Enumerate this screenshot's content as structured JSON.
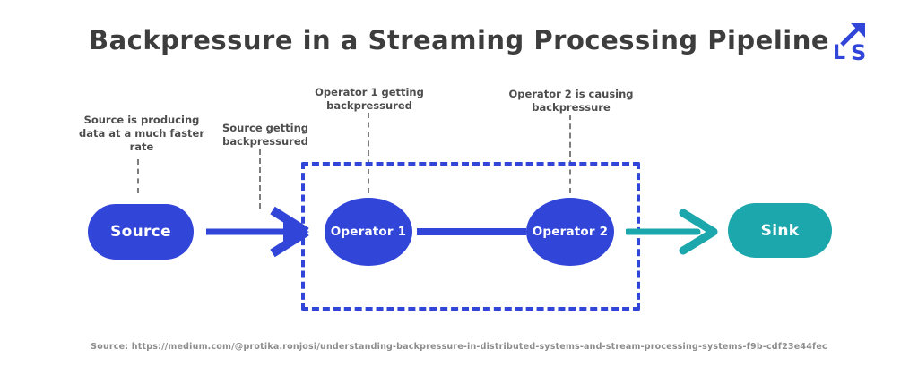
{
  "title": "Backpressure in a Streaming Processing Pipeline",
  "logo": {
    "letter_l": "L",
    "letter_s": "S"
  },
  "nodes": {
    "source": "Source",
    "operator1": "Operator 1",
    "operator2": "Operator 2",
    "sink": "Sink"
  },
  "annotations": {
    "source_rate": "Source is producing data at a much faster rate",
    "source_backpressure": "Source getting backpressured",
    "operator1_backpressure": "Operator 1 getting backpressured",
    "operator2_backpressure": "Operator 2 is causing backpressure"
  },
  "footer": {
    "source_line": "Source: https://medium.com/@protika.ronjosi/understanding-backpressure-in-distributed-systems-and-stream-processing-systems-f9b-cdf23e44fec"
  },
  "colors": {
    "blue": "#3245d9",
    "teal": "#1ba7ab",
    "title_text": "#3d3d3d",
    "annotation_text": "#4d4d4d",
    "footer_text": "#8c8c8c",
    "leader_line": "#7d7d7d"
  }
}
